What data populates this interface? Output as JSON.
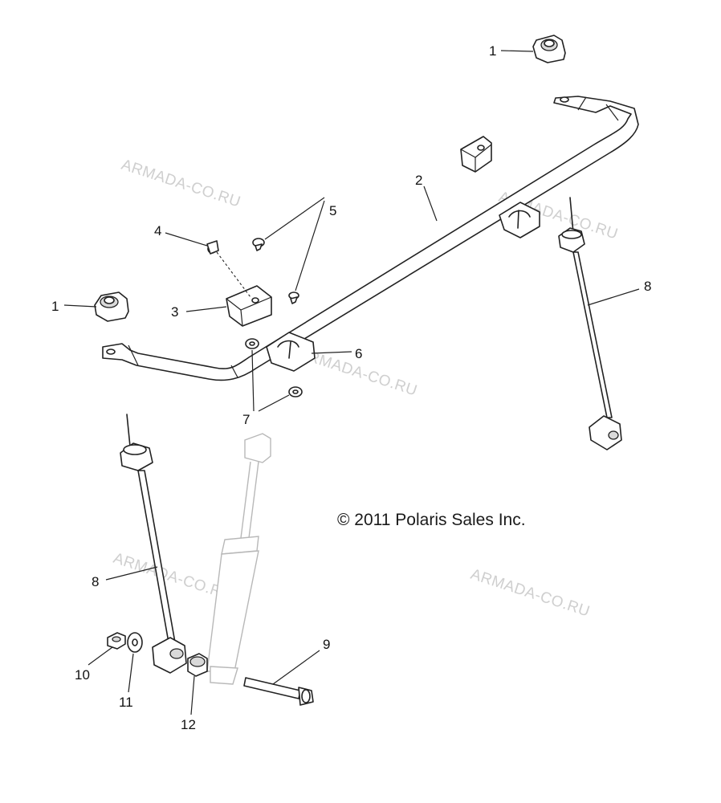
{
  "copyright": "© 2011 Polaris Sales Inc.",
  "watermark_text": "ARMADA-CO.RU",
  "callouts": {
    "c1a": "1",
    "c1b": "1",
    "c2": "2",
    "c3": "3",
    "c4": "4",
    "c5": "5",
    "c6": "6",
    "c7": "7",
    "c8a": "8",
    "c8b": "8",
    "c9": "9",
    "c10": "10",
    "c11": "11",
    "c12": "12"
  }
}
